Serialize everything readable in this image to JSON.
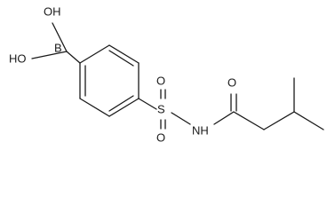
{
  "molecule": {
    "labels": {
      "oh_top": "OH",
      "oh_left": "HO",
      "boron": "B",
      "oxygen_top": "O",
      "sulfur": "S",
      "oxygen_bottom": "O",
      "amide_nh": "NH",
      "carbonyl_o": "O"
    }
  }
}
